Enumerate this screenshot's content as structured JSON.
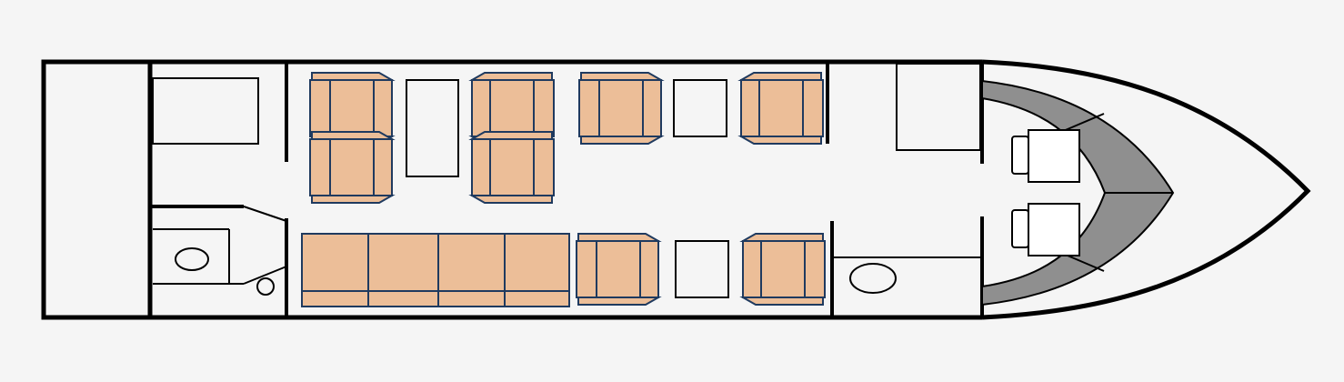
{
  "colors": {
    "background": "#f5f5f5",
    "fuselage_stroke": "#000000",
    "seat_fill": "#ecbe98",
    "seat_stroke": "#1f3a5f",
    "cockpit_fill": "#8f8f8f",
    "furniture_stroke": "#000000"
  },
  "icons": {
    "seat": "armchair-icon",
    "divan": "sofa-icon",
    "toilet": "toilet-icon",
    "sink": "sink-icon",
    "pilot_seat": "pilot-seat-icon"
  },
  "cabin": {
    "club_seat_count": 4,
    "facing_seat_count": 4,
    "divan_places": 4,
    "pilot_seat_count": 2
  }
}
